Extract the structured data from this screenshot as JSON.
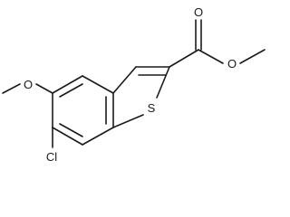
{
  "molecule": {
    "atom_labels": {
      "oxygen_carbonyl": "O",
      "oxygen_ester": "O",
      "oxygen_methoxy": "O",
      "sulfur": "S",
      "chlorine": "Cl"
    },
    "colors": {
      "bond": "#1a1a1a",
      "background": "#ffffff"
    }
  }
}
